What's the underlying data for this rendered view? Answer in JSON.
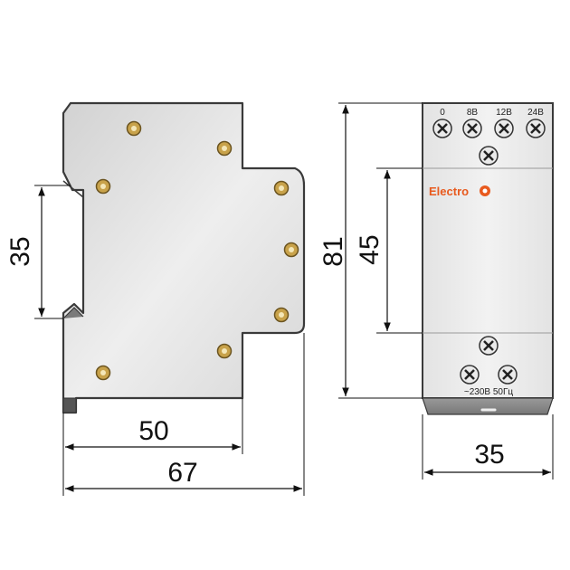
{
  "dimensions": {
    "rail_height": "35",
    "depth_to_step": "50",
    "total_depth": "67",
    "total_height": "81",
    "front_height": "45",
    "module_width": "35"
  },
  "front_panel": {
    "terminal_labels": [
      "0",
      "8В",
      "12В",
      "24В"
    ],
    "brand": "Electro",
    "supply_label": "~230В 50Гц"
  },
  "colors": {
    "outline": "#3a3a3a",
    "body_fill": "#e6e6e6",
    "screw_gold": "#c8a24a",
    "brand_orange": "#e85a1e",
    "clip_gray": "#8a8a8a"
  }
}
